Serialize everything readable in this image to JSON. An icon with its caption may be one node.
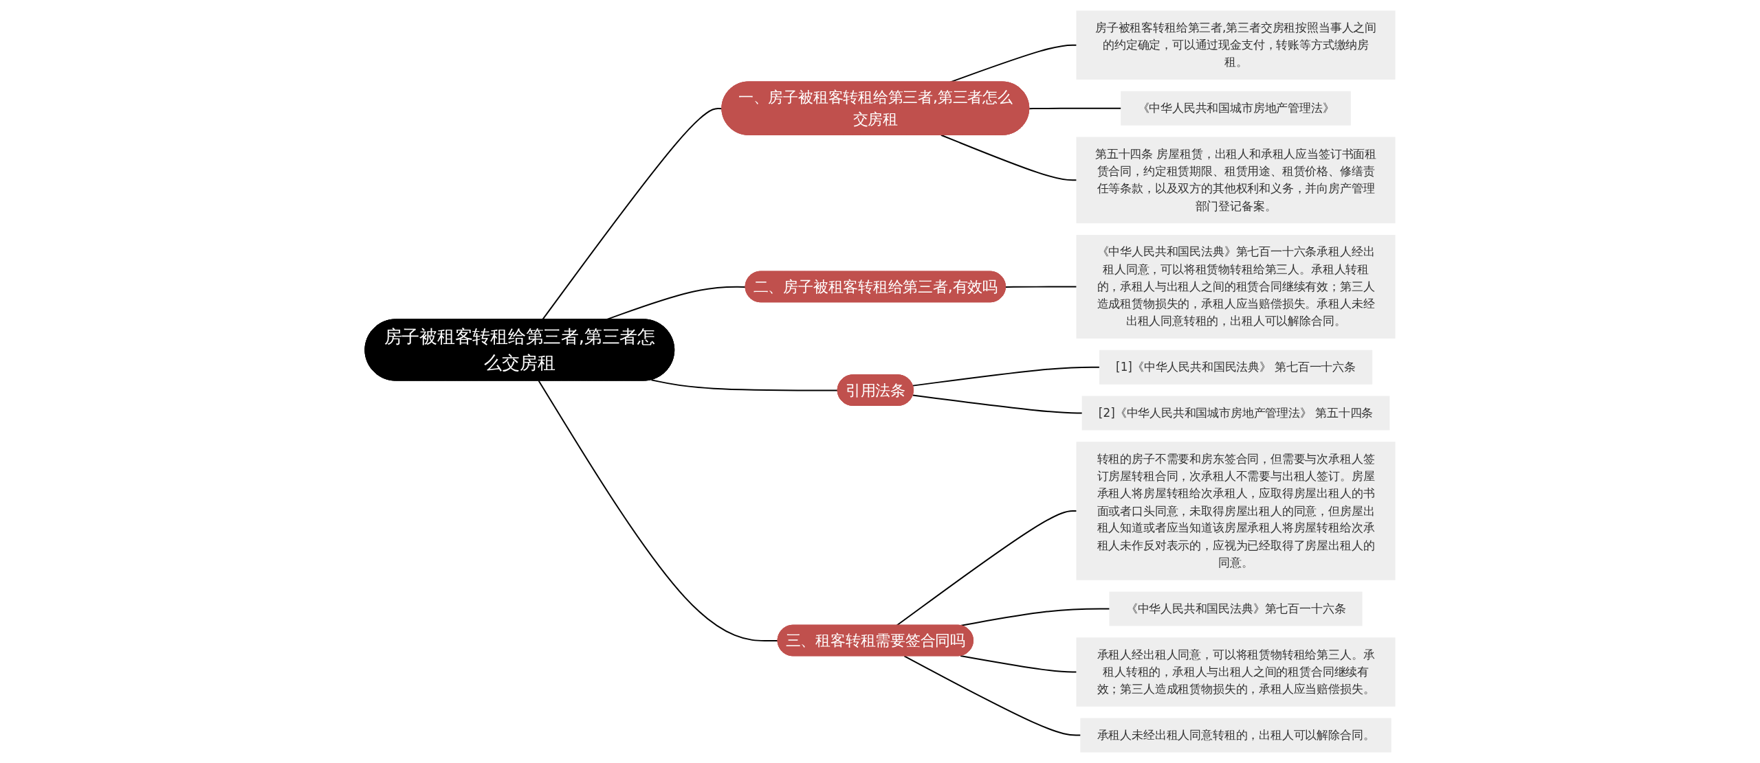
{
  "diagram": {
    "nodes": [
      {
        "text": [
          "房子被租客转租给第三者,第三者怎么交房租"
        ]
      },
      {
        "text": [
          "一、房子被租客转租给第三者,第三者怎么交房租"
        ]
      },
      {
        "text": [
          "房子被租客转租给第三者,第三者交房租按照当事人之间的约定确定，可以通过现金支付，转账等方式缴纳房租。"
        ]
      },
      {
        "text": [
          "《中华人民共和国城市房地产管理法》"
        ]
      },
      {
        "text": [
          "第五十四条 房屋租赁，出租人和承租人应当签订书面租赁合同，约定租赁期限、租赁用途、租赁价格、修缮责任等条款，以及双方的其他权利和义务，并向房产管理部门登记备案。"
        ]
      },
      {
        "text": [
          "二、房子被租客转租给第三者,有效吗"
        ]
      },
      {
        "text": [
          "《中华人民共和国民法典》第七百一十六条承租人经出租人同意，可以将租赁物转租给第三人。承租人转租的，承租人与出租人之间的租赁合同继续有效；第三人造成租赁物损失的，承租人应当赔偿损失。承租人未经出租人同意转租的，出租人可以解除合同。"
        ]
      },
      {
        "text": [
          "引用法条"
        ]
      },
      {
        "text": [
          "[1]《中华人民共和国民法典》 第七百一十六条"
        ]
      },
      {
        "text": [
          "[2]《中华人民共和国城市房地产管理法》 第五十四条"
        ]
      },
      {
        "text": [
          "三、租客转租需要签合同吗"
        ]
      },
      {
        "text": [
          "转租的房子不需要和房东签合同，但需要与次承租人签订房屋转租合同，次承租人不需要与出租人签订。房屋承租人将房屋转租给次承租人，应取得房屋出租人的书面或者口头同意，未取得房屋出租人的同意，但房屋出租人知道或者应当知道该房屋承租人将房屋转租给次承租人未作反对表示的，应视为已经取得了房屋出租人的同意。"
        ]
      },
      {
        "text": [
          "《中华人民共和国民法典》第七百一十六条"
        ]
      },
      {
        "text": [
          "承租人经出租人同意，可以将租赁物转租给第三人。承租人转租的，承租人与出租人之间的租赁合同继续有效；第三人造成租赁物损失的，承租人应当赔偿损失。"
        ]
      },
      {
        "text": [
          "承租人未经出租人同意转租的，出租人可以解除合同。"
        ]
      }
    ],
    "edges": [
      {
        "from": 0,
        "to": 1,
        "arrow": "none"
      },
      {
        "from": 1,
        "to": 2,
        "arrow": "none"
      },
      {
        "from": 1,
        "to": 3,
        "arrow": "none"
      },
      {
        "from": 1,
        "to": 4,
        "arrow": "none"
      },
      {
        "from": 0,
        "to": 5,
        "arrow": "none"
      },
      {
        "from": 5,
        "to": 6,
        "arrow": "none"
      },
      {
        "from": 0,
        "to": 7,
        "arrow": "none"
      },
      {
        "from": 7,
        "to": 8,
        "arrow": "none"
      },
      {
        "from": 7,
        "to": 9,
        "arrow": "none"
      },
      {
        "from": 0,
        "to": 10,
        "arrow": "none"
      },
      {
        "from": 10,
        "to": 11,
        "arrow": "none"
      },
      {
        "from": 10,
        "to": 12,
        "arrow": "none"
      },
      {
        "from": 10,
        "to": 13,
        "arrow": "none"
      },
      {
        "from": 10,
        "to": 14,
        "arrow": "none"
      }
    ]
  }
}
